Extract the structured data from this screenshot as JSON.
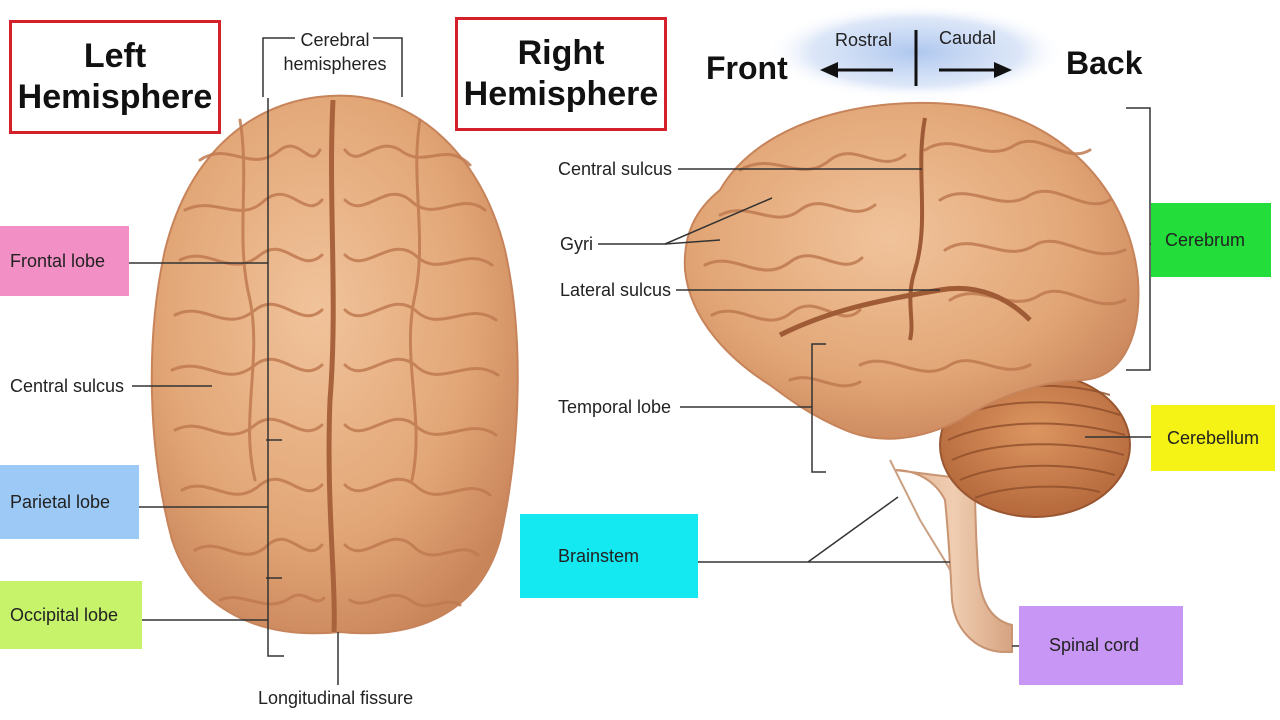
{
  "titles": {
    "left": [
      "Left",
      "Hemisphere"
    ],
    "right": [
      "Right",
      "Hemisphere"
    ]
  },
  "orientation": {
    "front": "Front",
    "back": "Back",
    "rostral": "Rostral",
    "caudal": "Caudal"
  },
  "top_view_labels": {
    "cerebral_hemispheres": [
      "Cerebral",
      "hemispheres"
    ],
    "frontal_lobe": "Frontal lobe",
    "central_sulcus": "Central sulcus",
    "parietal_lobe": "Parietal lobe",
    "occipital_lobe": "Occipital lobe",
    "longitudinal_fissure": "Longitudinal fissure"
  },
  "side_view_labels": {
    "central_sulcus": "Central sulcus",
    "gyri": "Gyri",
    "lateral_sulcus": "Lateral sulcus",
    "temporal_lobe": "Temporal lobe",
    "cerebrum": "Cerebrum",
    "cerebellum": "Cerebellum",
    "brainstem": "Brainstem",
    "spinal_cord": "Spinal cord"
  },
  "colors": {
    "title_border": "#d4202a",
    "frontal": "#f28fc4",
    "parietal": "#9cc9f5",
    "occipital": "#c6f36a",
    "cerebrum": "#22dd3a",
    "cerebellum": "#f5f215",
    "brainstem": "#14e8f0",
    "spinal_cord": "#c896f5",
    "brain": "#e2a676",
    "orientation_glow": "#aac4ee"
  }
}
